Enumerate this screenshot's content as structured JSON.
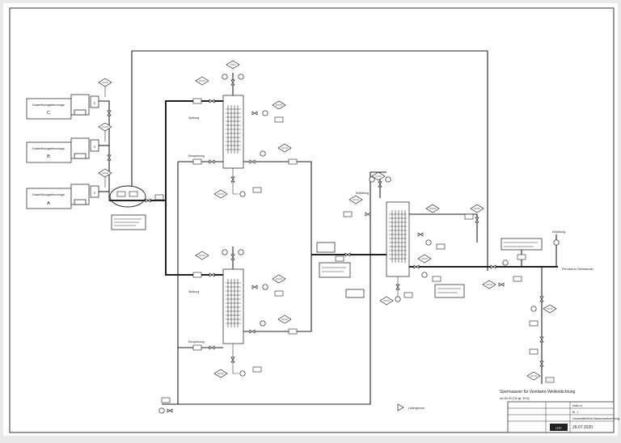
{
  "dosing_stations": [
    {
      "label": "- Dosierflüssigkeitsvorlage -",
      "letter": "C"
    },
    {
      "label": "- Dosierflüssigkeitsvorlage -",
      "letter": "B"
    },
    {
      "label": "- Dosierflüssigkeitsvorlage -",
      "letter": "A"
    }
  ],
  "labels": {
    "entluftung": "Entlüftung",
    "lieferung": "Liefergrenze",
    "sperrwasser": "Sperrwasser für Ventilator-Wellendichtung",
    "sperrwasser_sub": "bei 60 l/h (Tie igl. 30%)",
    "permeat": "Permeat zu Verbraucher"
  },
  "title_block": {
    "date": "26.07.2020",
    "project": "Gesamtfließbild Wasseraufbereitung",
    "sheet": "Bl. 1",
    "rev": "Index A",
    "logo": "HTP"
  },
  "colors": {
    "line": "#222222",
    "paper": "#ffffff",
    "bg": "#e9e9e9"
  }
}
